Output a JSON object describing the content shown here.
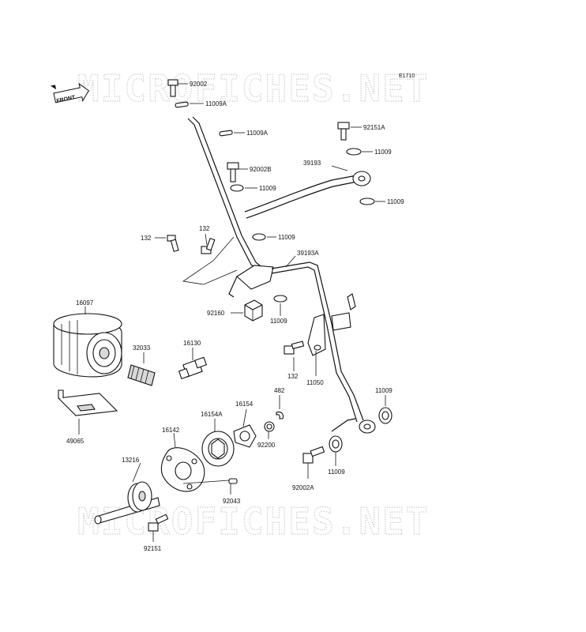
{
  "watermark": {
    "text": "MICROFICHES.NET"
  },
  "figure_code": "E1710",
  "front_badge": "FRONT",
  "part_labels": {
    "p92002": "92002",
    "p11009A": "11009A",
    "p11009A_2": "11009A",
    "p92151A": "92151A",
    "p11009_r1": "11009",
    "p39193": "39193",
    "p92002B": "92002B",
    "p11009_c1": "11009",
    "p11009_r2": "11009",
    "p132_l": "132",
    "p132_c": "132",
    "p11009_c2": "11009",
    "p39193A": "39193A",
    "p16097": "16097",
    "p92160": "92160",
    "p11009_c3": "11009",
    "p32033": "32033",
    "p16130": "16130",
    "p132_r": "132",
    "p11050": "11050",
    "p482": "482",
    "p11009_r3": "11009",
    "p16154": "16154",
    "p16154A": "16154A",
    "p16142": "16142",
    "p49065": "49065",
    "p92200": "92200",
    "p11009_r4": "11009",
    "p13216": "13216",
    "p92002A": "92002A",
    "p92043": "92043",
    "p92151": "92151"
  }
}
